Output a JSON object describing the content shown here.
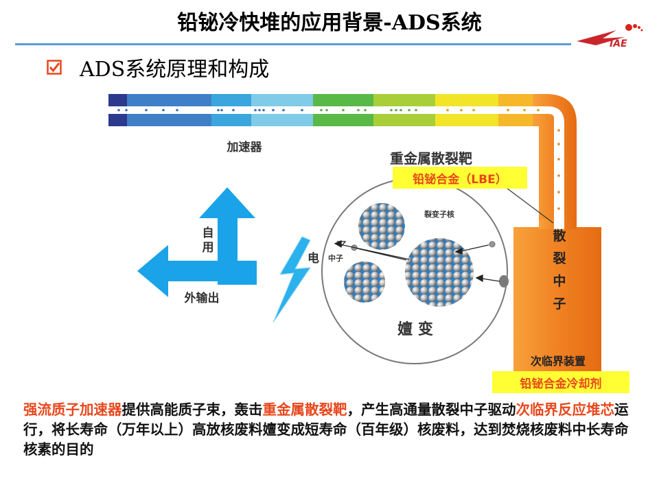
{
  "slide": {
    "title": "铅铋冷快堆的应用背景-ADS系统",
    "logo_text": "IAE",
    "bullet": {
      "icon": "checkbox-checked-icon",
      "text": "ADS系统原理和构成"
    }
  },
  "diagram": {
    "accelerator_label": "加速器",
    "target_label": "重金属散裂靶",
    "lbe_callout": "铅铋合金（LBE）",
    "fission_nucleus_label": "裂变子核",
    "neutron_label": "中子",
    "transmutation_label": "嬗 变",
    "electricity_label": "电",
    "self_use_label": "自用",
    "export_label": "外输出",
    "spallation_neutron_label": "散裂中子",
    "subcritical_label": "次临界装置",
    "coolant_callout": "铅铋合金冷却剂"
  },
  "paragraph": {
    "segments": [
      {
        "text": "强流质子加速器",
        "highlight": true
      },
      {
        "text": "提供高能质子束，轰击",
        "highlight": false
      },
      {
        "text": "重金属散裂靶",
        "highlight": true
      },
      {
        "text": "，产生高通量散裂中子驱动",
        "highlight": false
      },
      {
        "text": "次临界反应堆芯",
        "highlight": true
      },
      {
        "text": "运行，将长寿命（万年以上）高放核废料嬗变成短寿命（百年级）核废料，达到焚烧核废料中长寿命核素的目的",
        "highlight": false
      }
    ]
  },
  "colors": {
    "highlight": "#e8471c",
    "rule": "#5b9bd5",
    "orange": "#ef7d22",
    "arrow_blue": "#1aa3e8"
  }
}
